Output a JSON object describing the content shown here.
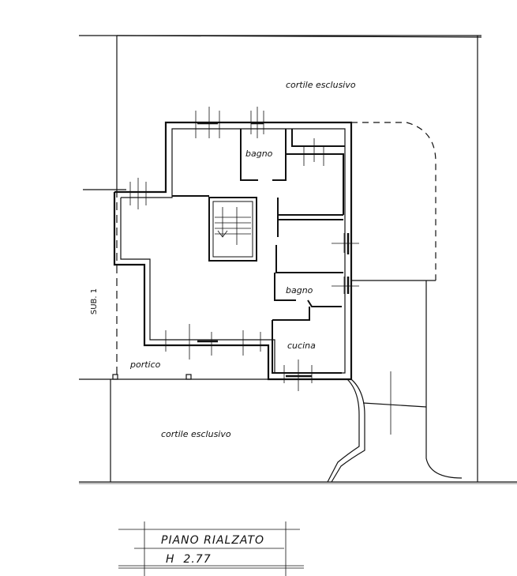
{
  "plan": {
    "labels": {
      "courtyard_top": "cortile esclusivo",
      "bathroom_1": "bagno",
      "bathroom_2": "bagno",
      "kitchen": "cucina",
      "porch": "portico",
      "courtyard_bottom": "cortile esclusivo",
      "sub": "SUB. 1"
    },
    "title_block": {
      "floor": "PIANO RIALZATO",
      "height": "H  2.77"
    }
  }
}
